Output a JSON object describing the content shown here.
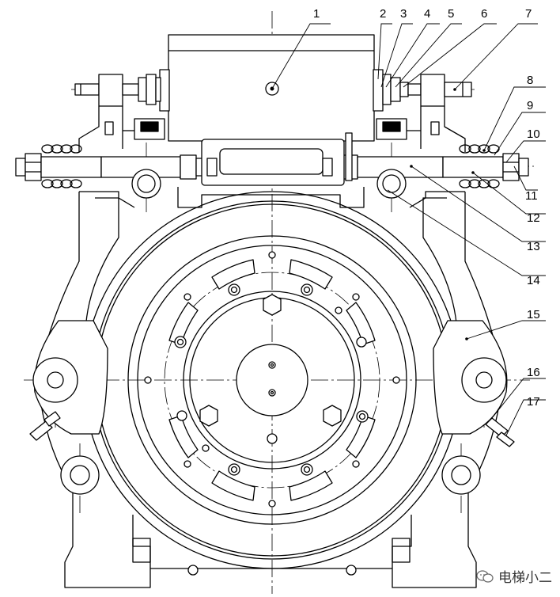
{
  "callouts": [
    "1",
    "2",
    "3",
    "4",
    "5",
    "6",
    "7",
    "8",
    "9",
    "10",
    "11",
    "12",
    "13",
    "14",
    "15",
    "16",
    "17"
  ],
  "watermark": {
    "text": "电梯小二"
  }
}
